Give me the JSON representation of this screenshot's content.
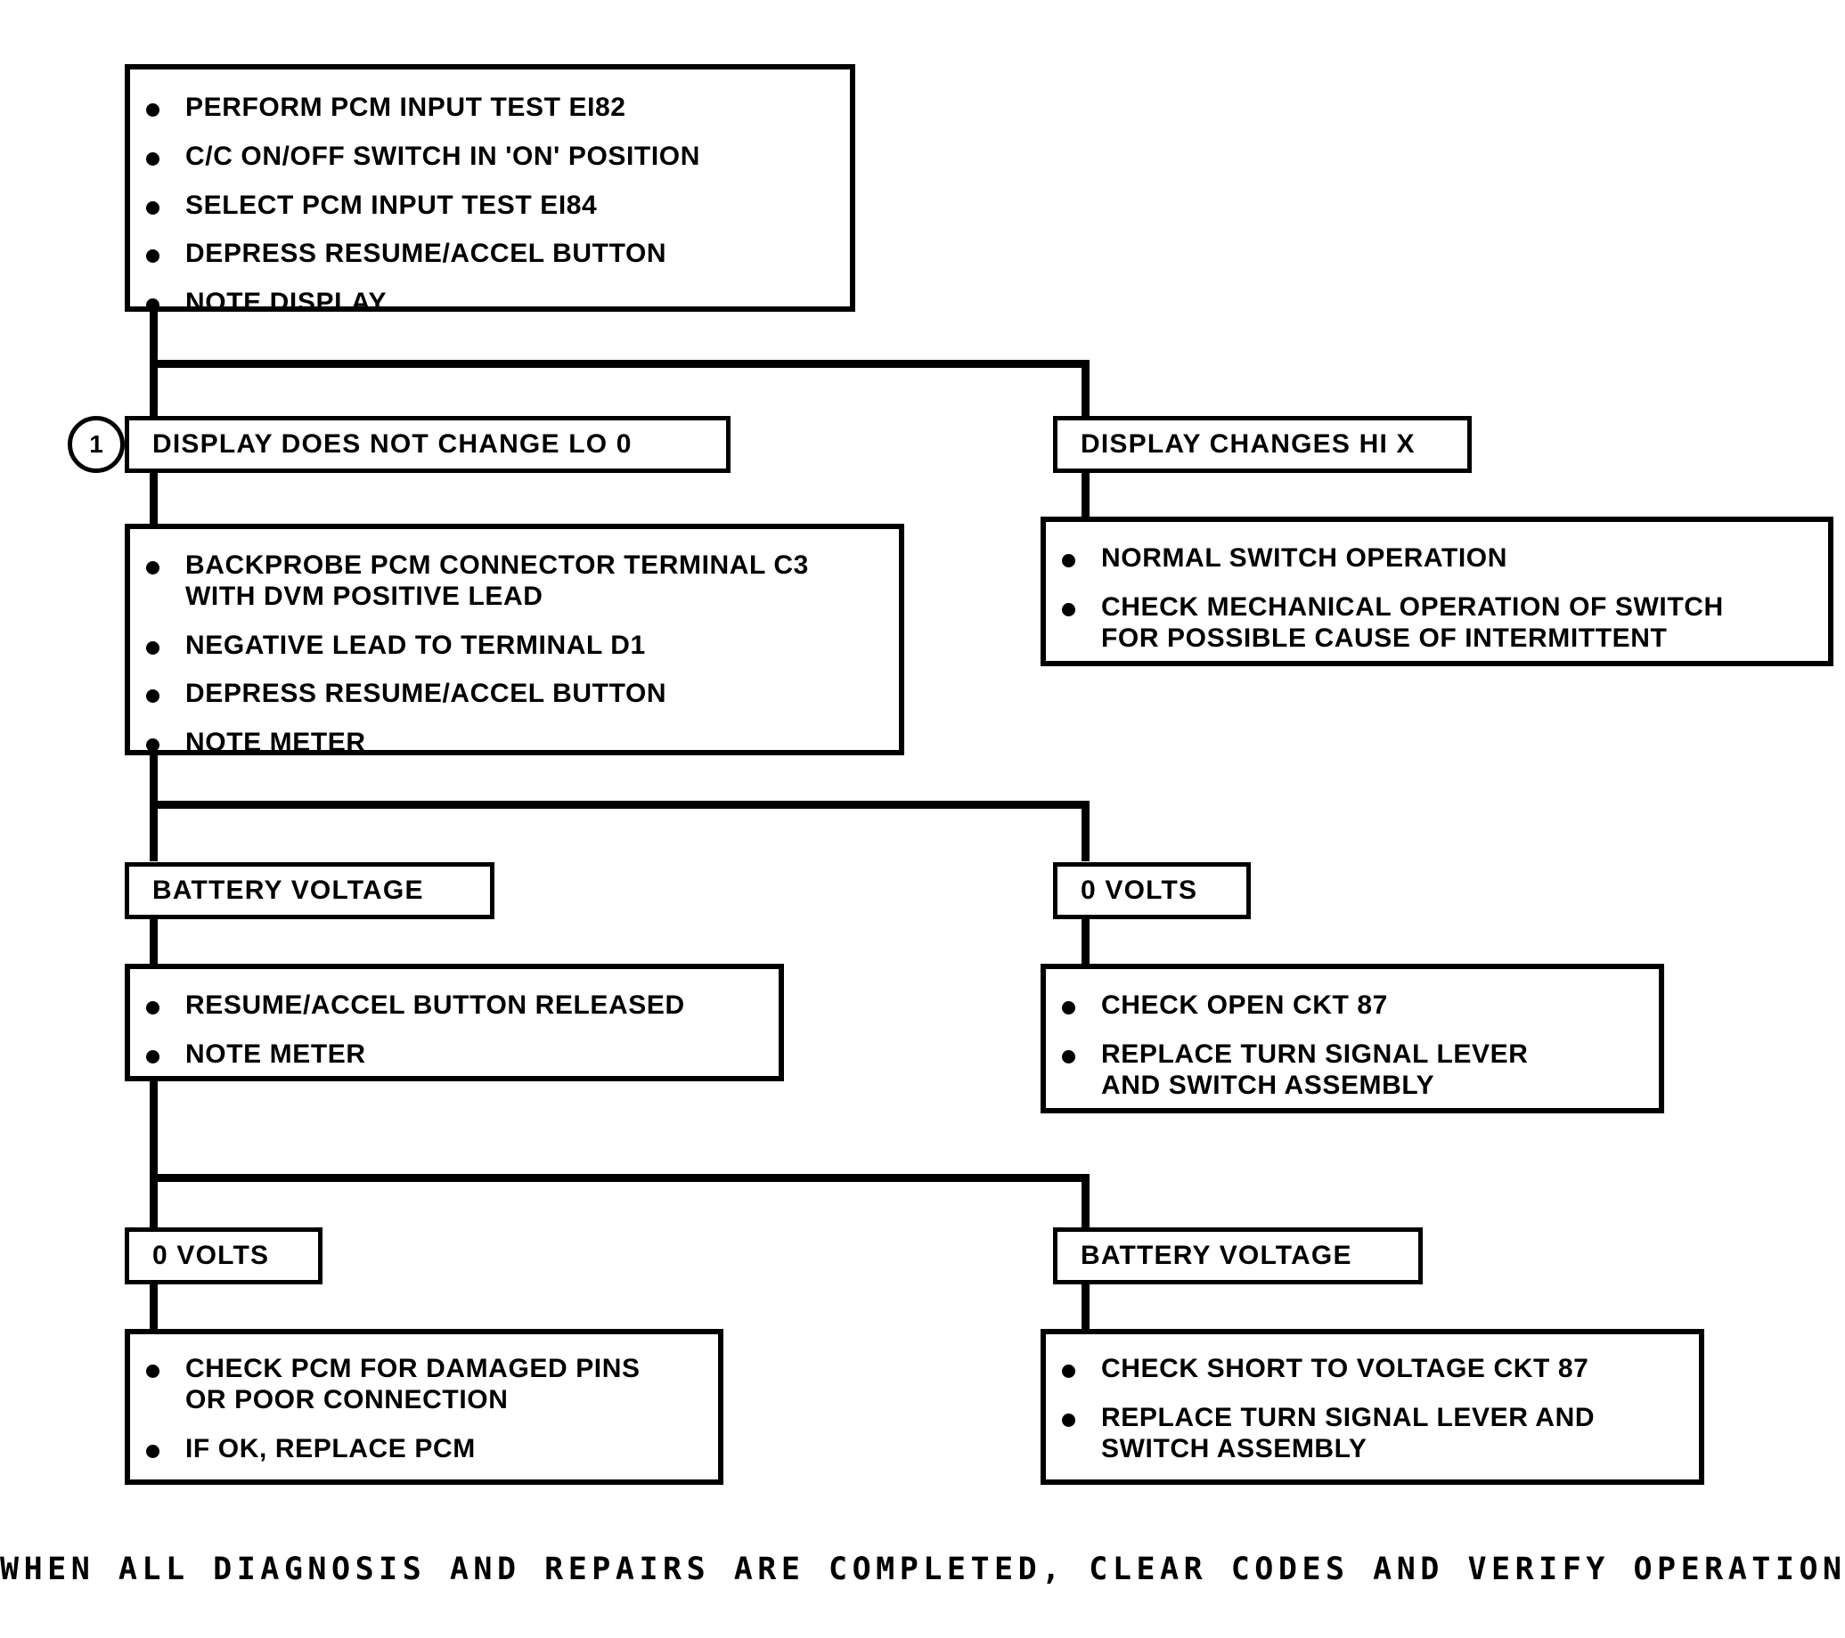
{
  "document": {
    "type": "diagnostic-flowchart",
    "footer_note": "WHEN ALL DIAGNOSIS AND REPAIRS ARE COMPLETED, CLEAR CODES AND VERIFY OPERATION",
    "reference_marker": "1"
  },
  "nodes": {
    "start_steps": {
      "kind": "bulleted-action-box",
      "items": [
        "PERFORM PCM INPUT TEST EI82",
        "C/C ON/OFF SWITCH IN 'ON' POSITION",
        "SELECT PCM INPUT TEST EI84",
        "DEPRESS RESUME/ACCEL  BUTTON",
        "NOTE DISPLAY"
      ]
    },
    "branch_display_no_change": {
      "kind": "condition-label",
      "label": "DISPLAY DOES NOT CHANGE LO 0"
    },
    "branch_display_changes": {
      "kind": "condition-label",
      "label": "DISPLAY CHANGES HI X"
    },
    "backprobe_steps": {
      "kind": "bulleted-action-box",
      "items": [
        "BACKPROBE PCM CONNECTOR TERMINAL C3\nWITH DVM POSITIVE LEAD",
        "NEGATIVE LEAD TO TERMINAL D1",
        "DEPRESS RESUME/ACCEL  BUTTON",
        "NOTE METER"
      ]
    },
    "normal_switch_result": {
      "kind": "bulleted-action-box",
      "items": [
        "NORMAL SWITCH OPERATION",
        "CHECK MECHANICAL OPERATION OF SWITCH\nFOR POSSIBLE  CAUSE OF INTERMITTENT"
      ]
    },
    "branch_battery_voltage_1": {
      "kind": "condition-label",
      "label": "BATTERY VOLTAGE"
    },
    "branch_zero_volts_1": {
      "kind": "condition-label",
      "label": "0 VOLTS"
    },
    "released_steps": {
      "kind": "bulleted-action-box",
      "items": [
        "RESUME/ACCEL BUTTON RELEASED",
        "NOTE METER"
      ]
    },
    "open_ckt_result": {
      "kind": "bulleted-action-box",
      "items": [
        "CHECK OPEN CKT 87",
        "REPLACE TURN SIGNAL LEVER\nAND SWITCH ASSEMBLY"
      ]
    },
    "branch_zero_volts_2": {
      "kind": "condition-label",
      "label": "0 VOLTS"
    },
    "branch_battery_voltage_2": {
      "kind": "condition-label",
      "label": "BATTERY VOLTAGE"
    },
    "pcm_damage_result": {
      "kind": "bulleted-action-box",
      "items": [
        "CHECK PCM FOR DAMAGED PINS\nOR POOR CONNECTION",
        "IF OK, REPLACE PCM"
      ]
    },
    "short_voltage_result": {
      "kind": "bulleted-action-box",
      "items": [
        "CHECK SHORT TO VOLTAGE CKT 87",
        "REPLACE TURN SIGNAL LEVER AND\nSWITCH ASSEMBLY"
      ]
    }
  },
  "colors": {
    "ink": "#000000",
    "paper": "#ffffff"
  }
}
